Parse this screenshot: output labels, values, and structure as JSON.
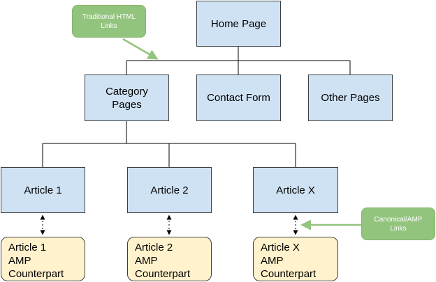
{
  "colors": {
    "page_fill": "#cfe2f3",
    "amp_fill": "#fff2cc",
    "callout_fill": "#93c47d",
    "line": "#000000",
    "border": "#3c4043"
  },
  "nodes": {
    "home": "Home Page",
    "category": "Category\nPages",
    "contact": "Contact Form",
    "other": "Other Pages",
    "article1": "Article 1",
    "article2": "Article 2",
    "articlex": "Article X"
  },
  "amp_nodes": {
    "article1": "Article 1\nAMP\nCounterpart",
    "article2": "Article 2\nAMP\nCounterpart",
    "articlex": "Article X\nAMP\nCounterpart"
  },
  "callouts": {
    "traditional": "Traditional HTML\nLinks",
    "canonical": "Canonical/AMP\nLinks"
  }
}
